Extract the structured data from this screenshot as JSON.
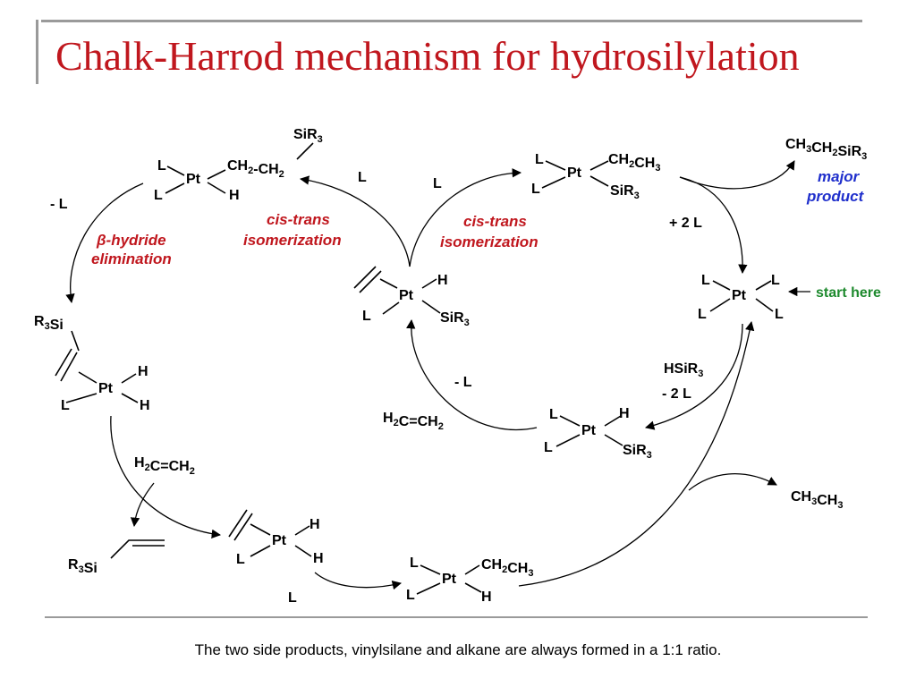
{
  "title": "Chalk-Harrod mechanism for hydrosilylation",
  "caption": "The two side products, vinylsilane and alkane are always formed in a 1:1 ratio.",
  "colors": {
    "title": "#c0171e",
    "red_text": "#c0171e",
    "blue_text": "#1f2fcc",
    "green_text": "#1e8a2e"
  },
  "labels": {
    "pt": "Pt",
    "L": "L",
    "H": "H",
    "minus_L": "- L",
    "plus_2L": "+ 2 L",
    "minus_2L": "- 2 L",
    "hsir3": "HSiR3",
    "ethylene": "H2C=CH2",
    "sir3": "SiR3",
    "r3si": "R3Si",
    "ch2ch3": "CH2CH3",
    "ch2_ch2": "CH2-CH2",
    "beta_hydride": "β-hydride",
    "elimination": "elimination",
    "cis": "cis-trans",
    "isomerization": "isomerization",
    "major": "major",
    "product": "product",
    "start_here": "start here",
    "product_silane": "CH3CH2SiR3",
    "product_alkane": "CH3CH3"
  }
}
